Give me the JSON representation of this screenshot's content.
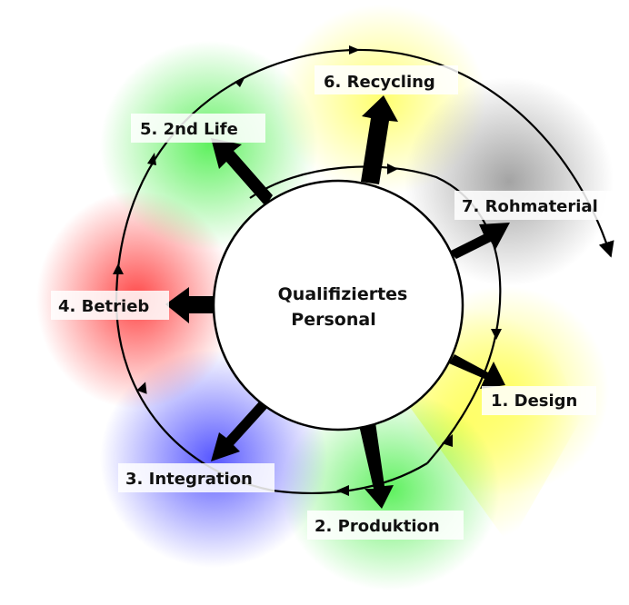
{
  "center": {
    "line1": "Qualifiziertes",
    "line2": "Personal"
  },
  "stages": [
    {
      "label": "1.  Design",
      "color": "#ffff66"
    },
    {
      "label": "2.  Produktion",
      "color": "#66ee66"
    },
    {
      "label": "3.  Integration",
      "color": "#6666ff"
    },
    {
      "label": "4.  Betrieb",
      "color": "#ff5555"
    },
    {
      "label": "5.  2nd Life",
      "color": "#66ee66"
    },
    {
      "label": "6.  Recycling",
      "color": "#ffff66"
    },
    {
      "label": "7.  Rohmaterial",
      "color": "#aaaaaa"
    }
  ]
}
